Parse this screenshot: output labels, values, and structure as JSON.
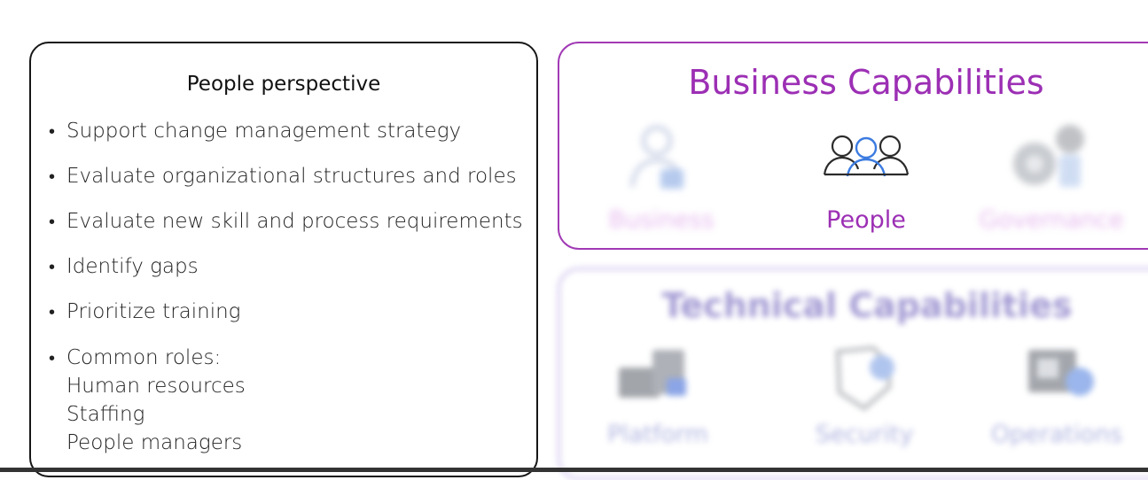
{
  "left_panel": {
    "title": "People perspective",
    "bullets": [
      "Support change management strategy",
      "Evaluate organizational structures and roles",
      "Evaluate new skill and process requirements",
      "Identify gaps",
      "Prioritize training"
    ],
    "roles": {
      "label": "Common roles:",
      "items": [
        "Human resources",
        "Staffing",
        "People managers"
      ]
    }
  },
  "business_capabilities": {
    "title": "Business Capabilities",
    "items": [
      {
        "label": "Business",
        "icon": "business-user-icon"
      },
      {
        "label": "People",
        "icon": "people-group-icon"
      },
      {
        "label": "Governance",
        "icon": "governance-gear-icon"
      }
    ]
  },
  "technical_capabilities": {
    "title": "Technical Capabilities",
    "items": [
      {
        "label": "Platform",
        "icon": "platform-icon"
      },
      {
        "label": "Security",
        "icon": "security-icon"
      },
      {
        "label": "Operations",
        "icon": "operations-icon"
      }
    ]
  },
  "colors": {
    "business_accent": "#9c2fb4",
    "technical_accent": "#c6b8e8",
    "left_border": "#161616"
  }
}
